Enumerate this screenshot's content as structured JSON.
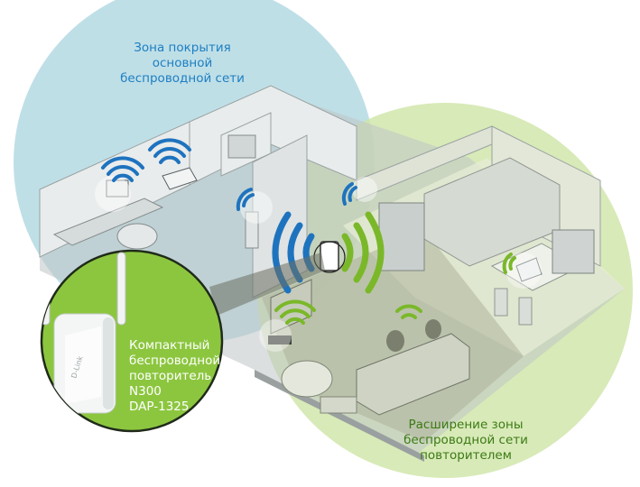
{
  "colors": {
    "main_zone": "#bcdde6",
    "extended_zone": "#cfe5a8",
    "callout": "#8cc63f",
    "main_caption_text": "#1e7fc2",
    "extended_caption_text": "#3c7a14",
    "wifi_blue": "#1e73be",
    "wifi_green": "#7ab829",
    "walls": "#e9ecec",
    "floor": "#bfc4c4",
    "device_body": "#f4f6f6"
  },
  "captions": {
    "main_zone": [
      "Зона покрытия",
      "основной",
      "беспроводной сети"
    ],
    "extended_zone": [
      "Расширение зоны",
      "беспроводной сети",
      "повторителем"
    ],
    "device": [
      "Компактный",
      "беспроводной",
      "повторитель",
      "N300",
      "DAP-1325"
    ]
  },
  "device": {
    "logo": "D-Link"
  },
  "icons": [
    "wifi-signal-icon",
    "router-icon",
    "repeater-icon",
    "laptop-icon",
    "computer-monitor-icon",
    "tv-icon",
    "media-player-icon"
  ]
}
